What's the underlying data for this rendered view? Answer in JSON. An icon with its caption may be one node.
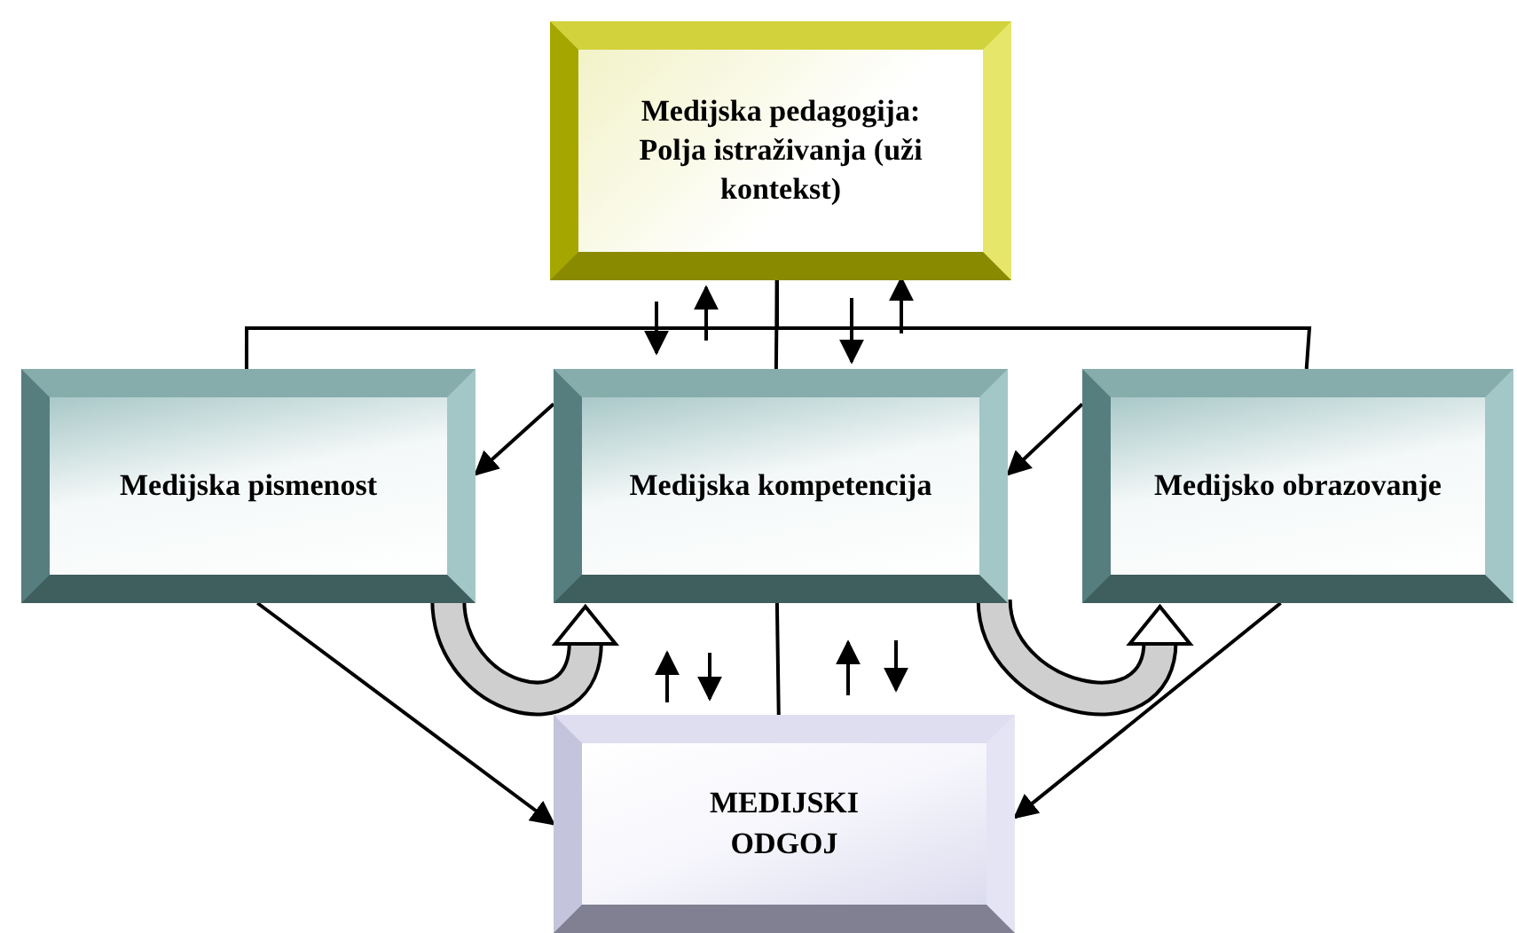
{
  "diagram": {
    "nodes": [
      {
        "text": [
          "Medijska pedagogija: Polja istraživanja (uži kontekst)"
        ]
      },
      {
        "text": [
          "Medijska pismenost"
        ]
      },
      {
        "text": [
          "Medijska kompetencija"
        ]
      },
      {
        "text": [
          "Medijsko obrazovanje"
        ]
      },
      {
        "text": [
          "MEDIJSKI ODGOJ"
        ]
      }
    ],
    "edges": [
      {
        "from": 0,
        "to": 2,
        "arrow": "none"
      },
      {
        "from": 0,
        "to": 1,
        "arrow": "none"
      },
      {
        "from": 0,
        "to": 3,
        "arrow": "none"
      },
      {
        "from": 2,
        "to": 1,
        "arrow": "to"
      },
      {
        "from": 3,
        "to": 2,
        "arrow": "to"
      },
      {
        "from": 1,
        "to": 2,
        "arrow": "to",
        "style": "thick"
      },
      {
        "from": 2,
        "to": 3,
        "arrow": "to",
        "style": "thick"
      },
      {
        "from": 2,
        "to": 4,
        "arrow": "none"
      },
      {
        "from": 1,
        "to": 4,
        "arrow": "to"
      },
      {
        "from": 3,
        "to": 4,
        "arrow": "to"
      }
    ]
  }
}
